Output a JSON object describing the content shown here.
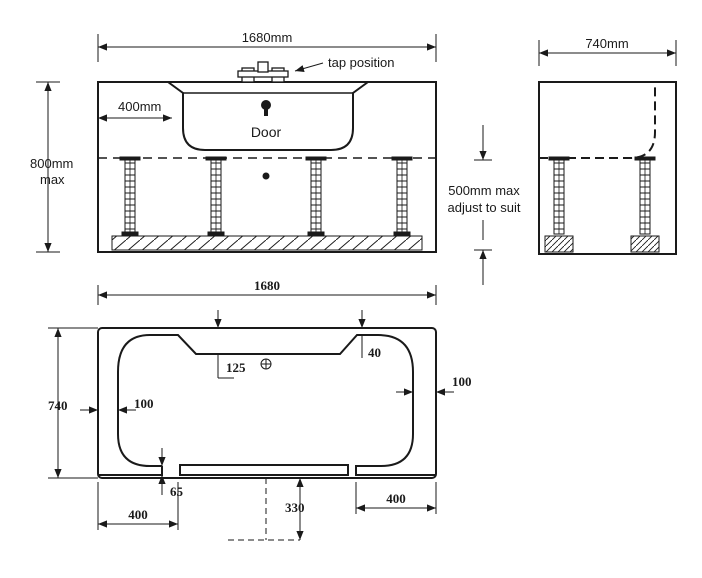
{
  "elevation": {
    "overall_length": "1680mm",
    "tap_note": "tap position",
    "height_label_1": "800mm",
    "height_label_2": "max",
    "inset_label": "400mm",
    "door_label": "Door",
    "leg_label_1": "500mm max",
    "leg_label_2": "adjust to suit"
  },
  "end_view": {
    "width_label": "740mm"
  },
  "plan": {
    "length": "1680",
    "width": "740",
    "depth_125": "125",
    "depth_40": "40",
    "rim_right": "100",
    "rim_left": "100",
    "gap_65": "65",
    "offset_330": "330",
    "left_400": "400",
    "right_400": "400"
  },
  "colors": {
    "line": "#1a1a1a",
    "background": "#ffffff"
  }
}
